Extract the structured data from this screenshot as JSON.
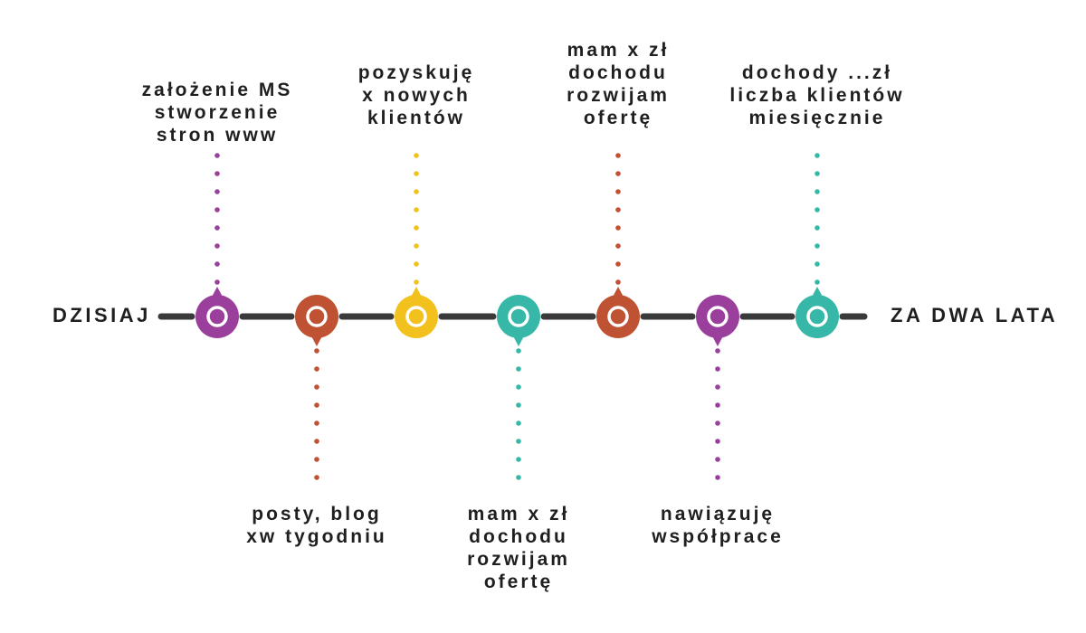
{
  "diagram": {
    "background": "#ffffff",
    "text_color": "#1f1f1f",
    "line_color": "#3a3a3a",
    "start_label": "DZISIAJ",
    "end_label": "ZA DWA LATA",
    "milestones": [
      {
        "id": 1,
        "side": "top",
        "color": "#9b3f9d",
        "label_lines": [
          "założenie MS",
          "stworzenie",
          "stron www"
        ]
      },
      {
        "id": 2,
        "side": "bottom",
        "color": "#bf5233",
        "label_lines": [
          "posty, blog",
          "xw tygodniu"
        ]
      },
      {
        "id": 3,
        "side": "top",
        "color": "#f2c11d",
        "label_lines": [
          "pozyskuję",
          "x nowych",
          "klientów"
        ]
      },
      {
        "id": 4,
        "side": "bottom",
        "color": "#36b7a7",
        "label_lines": [
          "mam x zł",
          "dochodu",
          "rozwijam",
          "ofertę"
        ]
      },
      {
        "id": 5,
        "side": "top",
        "color": "#bf5233",
        "label_lines": [
          "mam x zł",
          "dochodu",
          "rozwijam",
          "ofertę"
        ]
      },
      {
        "id": 6,
        "side": "bottom",
        "color": "#9b3f9d",
        "label_lines": [
          "nawiązuję",
          "współprace"
        ]
      },
      {
        "id": 7,
        "side": "top",
        "color": "#36b7a7",
        "label_lines": [
          "dochody ...zł",
          "liczba klientów",
          "miesięcznie"
        ]
      }
    ]
  }
}
